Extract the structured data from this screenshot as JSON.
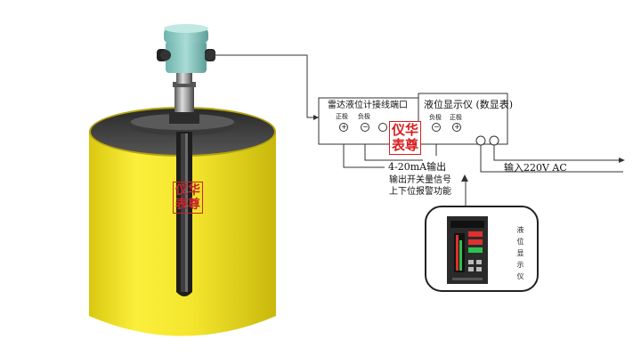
{
  "terminal_box": {
    "title": "雷达液位计接线端口",
    "positive": "正极",
    "negative": "负极"
  },
  "display_box": {
    "title": "液位显示仪 (数显表)",
    "positive": "正极",
    "negative": "负极"
  },
  "signal_label": "4-20mA输出",
  "switch_label": "输出开关量信号",
  "alarm_label": "上下位报警功能",
  "power_label": "输入220V AC",
  "stamp_chars": [
    "仪",
    "华",
    "表",
    "尊"
  ],
  "meter_caption": "液位显示仪",
  "terminal_symbols": {
    "plus": "+",
    "minus": "−"
  },
  "colors": {
    "tank": "#f4e62e",
    "sensor_head": "#8fc9c4",
    "stamp": "#d81e1e",
    "wire": "#333333"
  }
}
